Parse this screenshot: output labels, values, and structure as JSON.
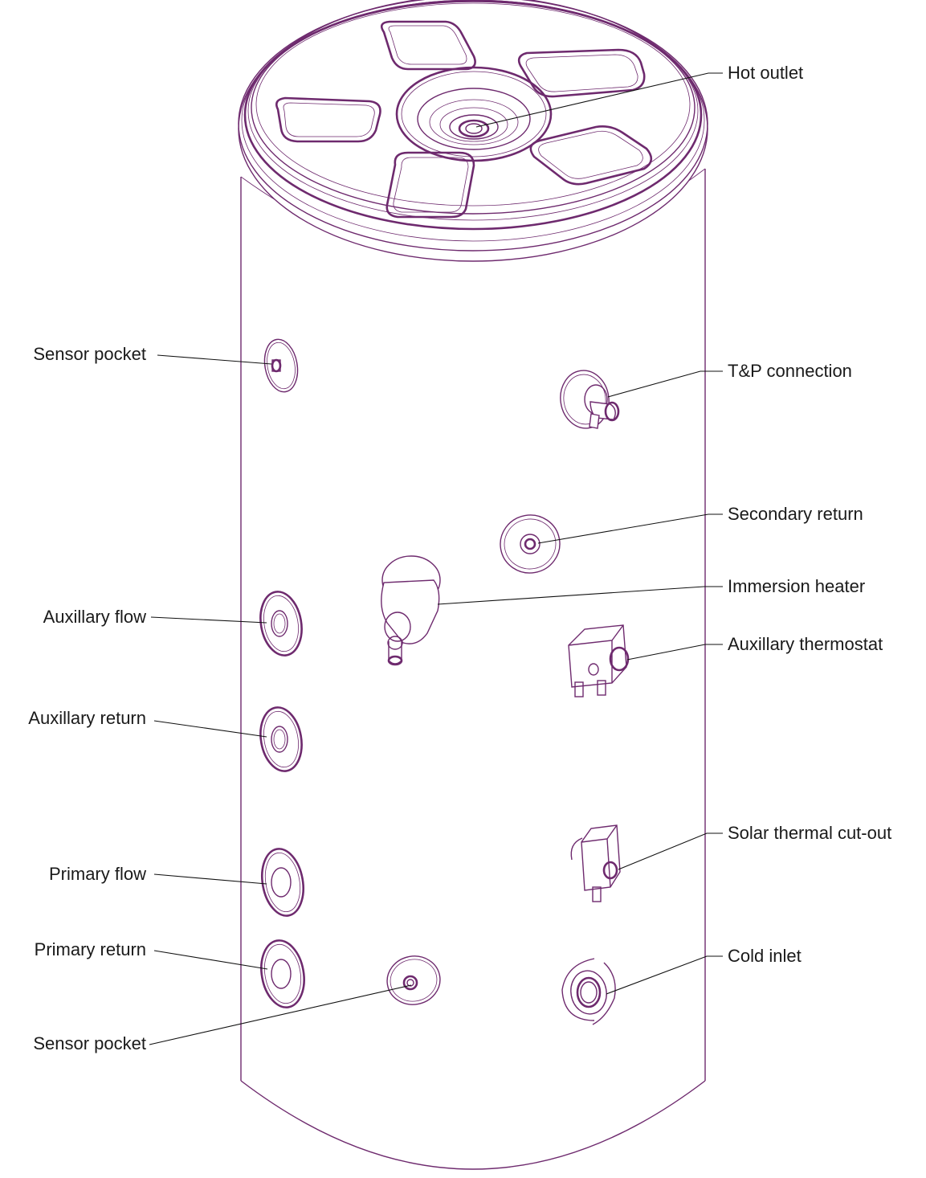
{
  "colors": {
    "outline": "#6e2a6e",
    "leader": "#111111",
    "text": "#1a1a1a",
    "background": "#ffffff"
  },
  "labels": {
    "hot_outlet": "Hot outlet",
    "sensor_pocket_top": "Sensor pocket",
    "tp_connection": "T&P connection",
    "secondary_return": "Secondary return",
    "immersion_heater": "Immersion heater",
    "auxillary_flow": "Auxillary flow",
    "auxillary_thermostat": "Auxillary thermostat",
    "auxillary_return": "Auxillary return",
    "primary_flow": "Primary flow",
    "solar_thermal_cutout": "Solar thermal cut-out",
    "primary_return": "Primary return",
    "cold_inlet": "Cold inlet",
    "sensor_pocket_bottom": "Sensor pocket"
  }
}
